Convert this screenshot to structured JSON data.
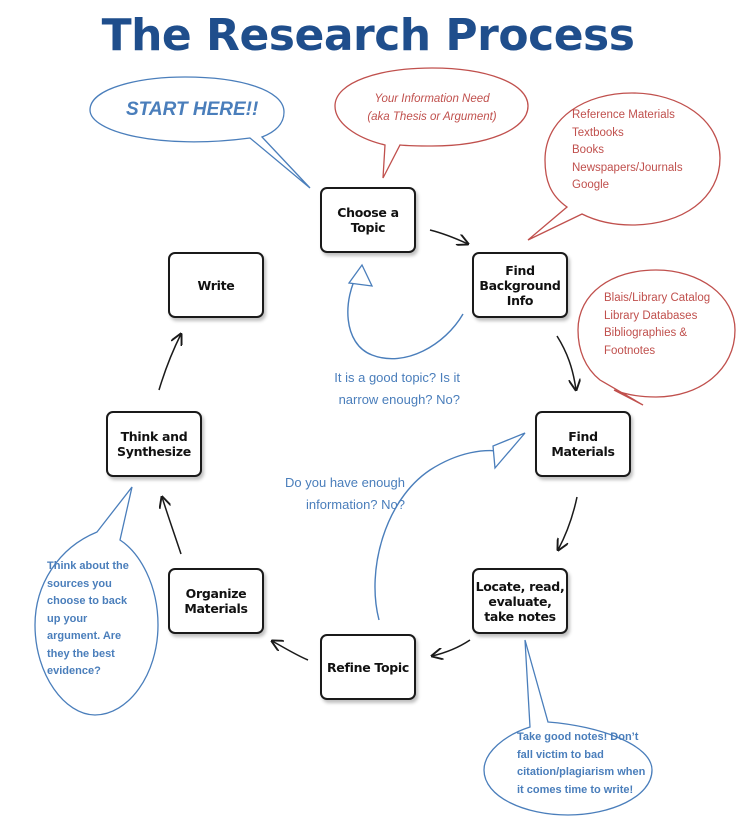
{
  "title": "The Research Process",
  "colors": {
    "title": "#1f4e8c",
    "blue_accent": "#4a7ebb",
    "red_accent": "#c0504d",
    "box_border": "#1a1a1a"
  },
  "steps": {
    "choose_topic": "Choose a\nTopic",
    "find_background": "Find\nBackground\nInfo",
    "find_materials": "Find\nMaterials",
    "locate": "Locate, read,\nevaluate,\ntake notes",
    "refine_topic": "Refine Topic",
    "organize": "Organize\nMaterials",
    "think": "Think and\nSynthesize",
    "write": "Write"
  },
  "bubbles": {
    "start_here": "START HERE!!",
    "information_need": "Your Information Need\n(aka Thesis or Argument)",
    "background_sources": "Reference Materials\nTextbooks\nBooks\nNewspapers/Journals\nGoogle",
    "material_sources": "Blais/Library Catalog\nLibrary Databases\nBibliographies &\nFootnotes",
    "evidence_tip": "Think about the\nsources you\nchoose to back\nup your\nargument. Are\nthey the best\nevidence?",
    "notes_tip": "Take good notes! Don’t\nfall victim to bad\ncitation/plagiarism when\nit comes time to write!"
  },
  "questions": {
    "good_topic": "It is a good topic? Is it\nnarrow enough? No?",
    "enough_info": "Do you have enough\ninformation? No?"
  }
}
